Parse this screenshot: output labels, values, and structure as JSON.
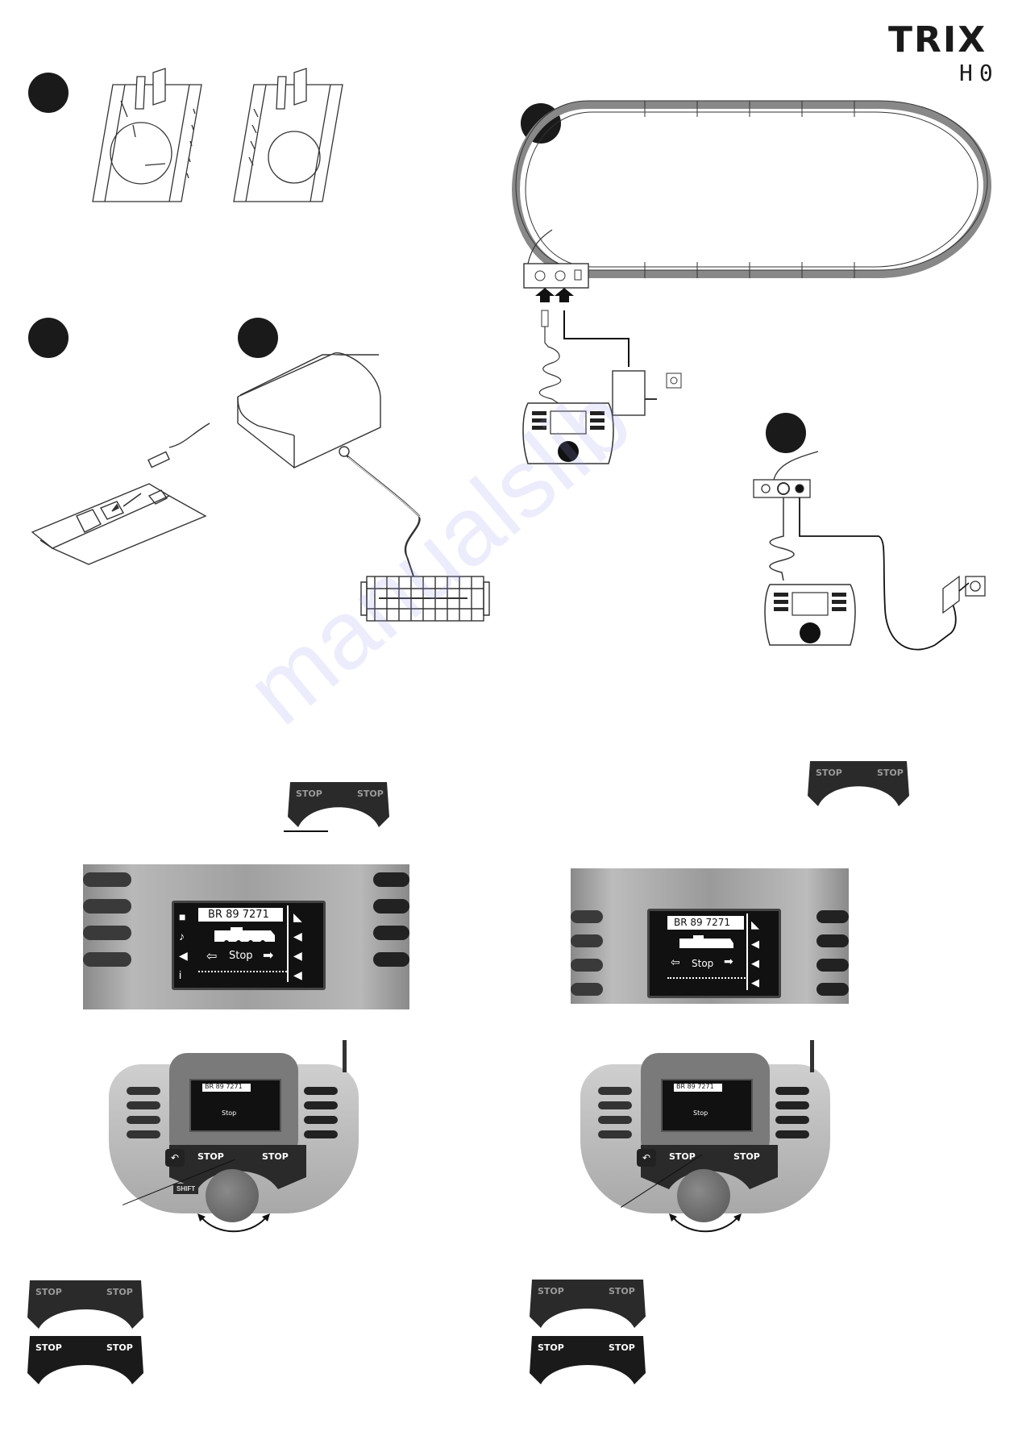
{
  "brand": {
    "name": "TRIX",
    "scale": "H0"
  },
  "display": {
    "loco_name": "BR 89 7271",
    "mode_text": "Stop"
  },
  "buttons": {
    "stop_left": "STOP",
    "stop_right": "STOP",
    "shift": "SHIFT"
  },
  "watermark": "manualslib"
}
